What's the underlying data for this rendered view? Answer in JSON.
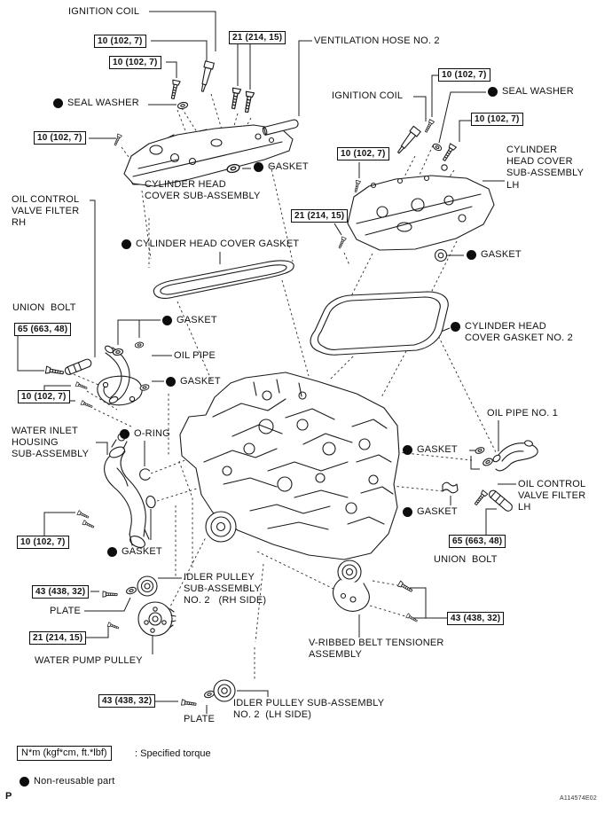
{
  "page": {
    "page_marker": "P",
    "figure_code": "A114574E02"
  },
  "legend": {
    "torque_box": "N*m (kgf*cm, ft.*lbf)",
    "torque_desc": ": Specified torque",
    "non_reusable": "Non-reusable part"
  },
  "torques": {
    "t10": "10 (102, 7)",
    "t21": "21 (214, 15)",
    "t43": "43 (438, 32)",
    "t65": "65 (663, 48)"
  },
  "parts": {
    "ignition_coil": "IGNITION COIL",
    "ventilation_hose_2": "VENTILATION HOSE NO. 2",
    "seal_washer": "SEAL WASHER",
    "gasket": "GASKET",
    "cyl_head_cover": "CYLINDER HEAD\nCOVER SUB-ASSEMBLY",
    "cyl_head_cover_lh": "CYLINDER\nHEAD COVER\nSUB-ASSEMBLY\nLH",
    "oil_control_valve_filter_rh": "OIL CONTROL\nVALVE FILTER\nRH",
    "cyl_head_cover_gasket": "CYLINDER HEAD COVER GASKET",
    "cyl_head_cover_gasket_2": "CYLINDER HEAD\nCOVER GASKET NO. 2",
    "union_bolt": "UNION  BOLT",
    "oil_pipe": "OIL PIPE",
    "oil_pipe_1": "OIL PIPE NO. 1",
    "water_inlet_housing": "WATER INLET\nHOUSING\nSUB-ASSEMBLY",
    "o_ring": "O-RING",
    "oil_control_valve_filter_lh": "OIL CONTROL\nVALVE FILTER\nLH",
    "idler_pulley_rh": "IDLER PULLEY\nSUB-ASSEMBLY\nNO. 2   (RH SIDE)",
    "idler_pulley_lh": "IDLER PULLEY SUB-ASSEMBLY\nNO. 2  (LH SIDE)",
    "plate": "PLATE",
    "water_pump_pulley": "WATER PUMP PULLEY",
    "v_ribbed_belt_tensioner": "V-RIBBED BELT TENSIONER\nASSEMBLY"
  }
}
